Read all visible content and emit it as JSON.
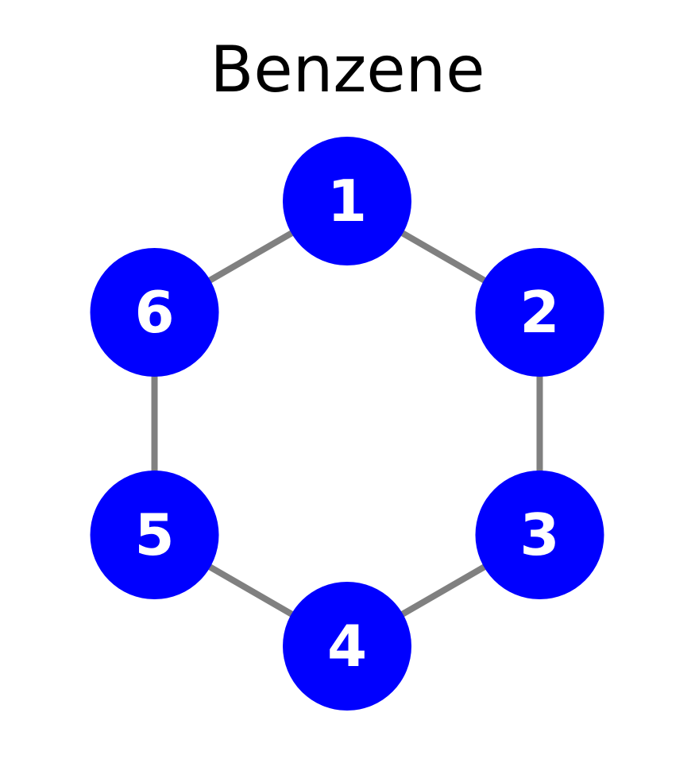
{
  "title": "Benzene",
  "colors": {
    "node_fill": "#0000ff",
    "node_label": "#ffffff",
    "edge": "#808080",
    "background": "#ffffff"
  },
  "nodes": [
    {
      "id": "1",
      "label": "1"
    },
    {
      "id": "2",
      "label": "2"
    },
    {
      "id": "3",
      "label": "3"
    },
    {
      "id": "4",
      "label": "4"
    },
    {
      "id": "5",
      "label": "5"
    },
    {
      "id": "6",
      "label": "6"
    }
  ],
  "edges": [
    {
      "source": "1",
      "target": "2"
    },
    {
      "source": "2",
      "target": "3"
    },
    {
      "source": "3",
      "target": "4"
    },
    {
      "source": "4",
      "target": "5"
    },
    {
      "source": "5",
      "target": "6"
    },
    {
      "source": "6",
      "target": "1"
    }
  ]
}
